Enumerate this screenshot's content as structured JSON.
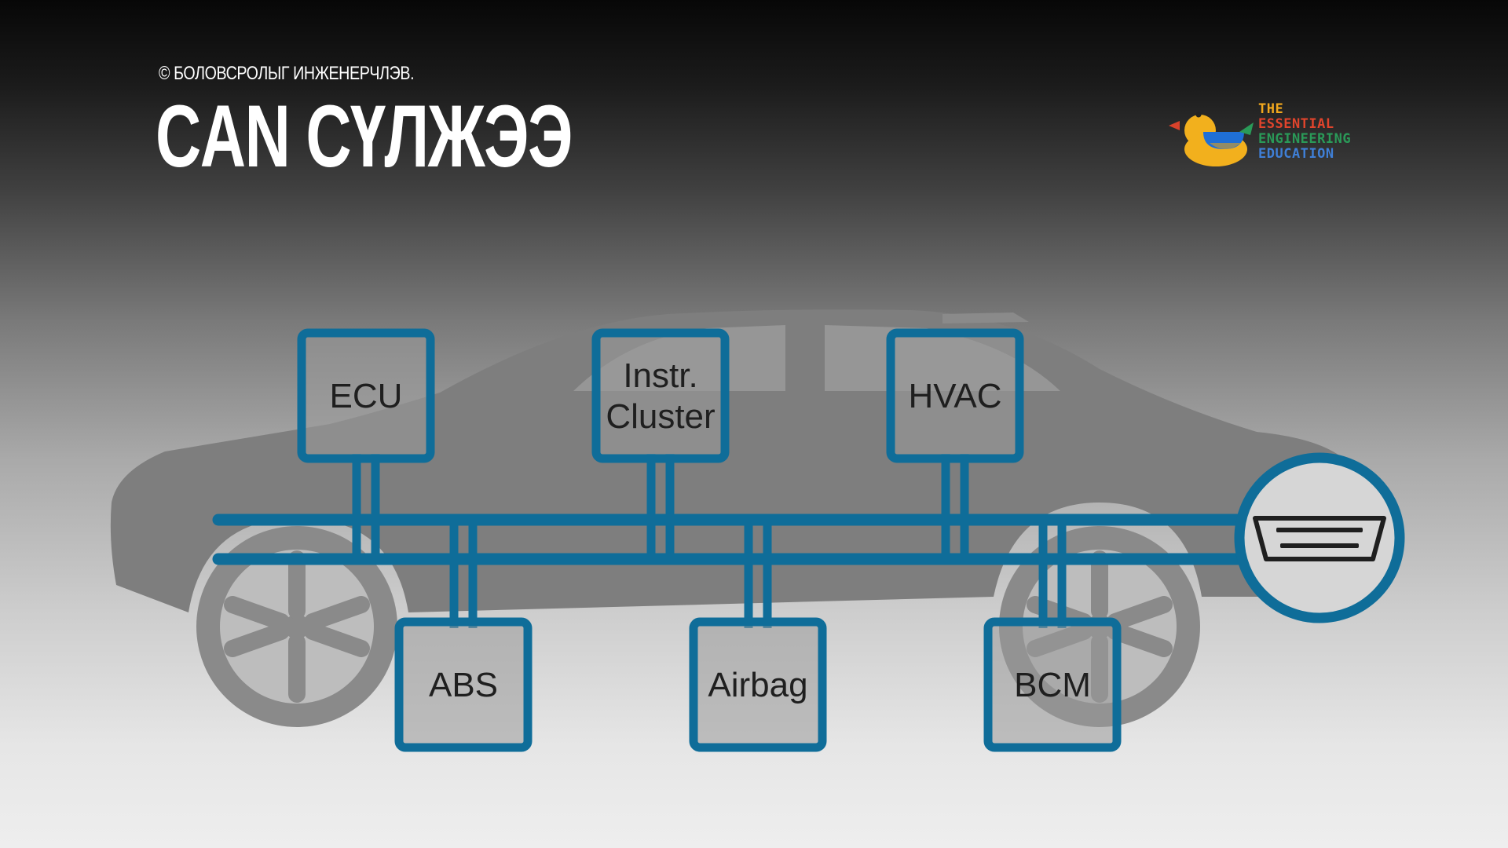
{
  "copyright": "© БОЛОВСРОЛЫГ ИНЖЕНЕРЧЛЭВ.",
  "title": "CAN СҮЛЖЭЭ",
  "logo": {
    "lines": [
      "THE",
      "ESSENTIAL",
      "ENGINEERING",
      "EDUCATION"
    ],
    "colors": [
      "#f2a81d",
      "#e0442c",
      "#2a9a58",
      "#3f7fd6"
    ]
  },
  "diagram": {
    "bus_color": "#0f6d99",
    "top_nodes": [
      {
        "id": "ecu",
        "lines": [
          "ECU"
        ]
      },
      {
        "id": "instr-cluster",
        "lines": [
          "Instr.",
          "Cluster"
        ]
      },
      {
        "id": "hvac",
        "lines": [
          "HVAC"
        ]
      }
    ],
    "bottom_nodes": [
      {
        "id": "abs",
        "lines": [
          "ABS"
        ]
      },
      {
        "id": "airbag",
        "lines": [
          "Airbag"
        ]
      },
      {
        "id": "bcm",
        "lines": [
          "BCM"
        ]
      }
    ],
    "connector_icon": "obd-connector-icon"
  }
}
